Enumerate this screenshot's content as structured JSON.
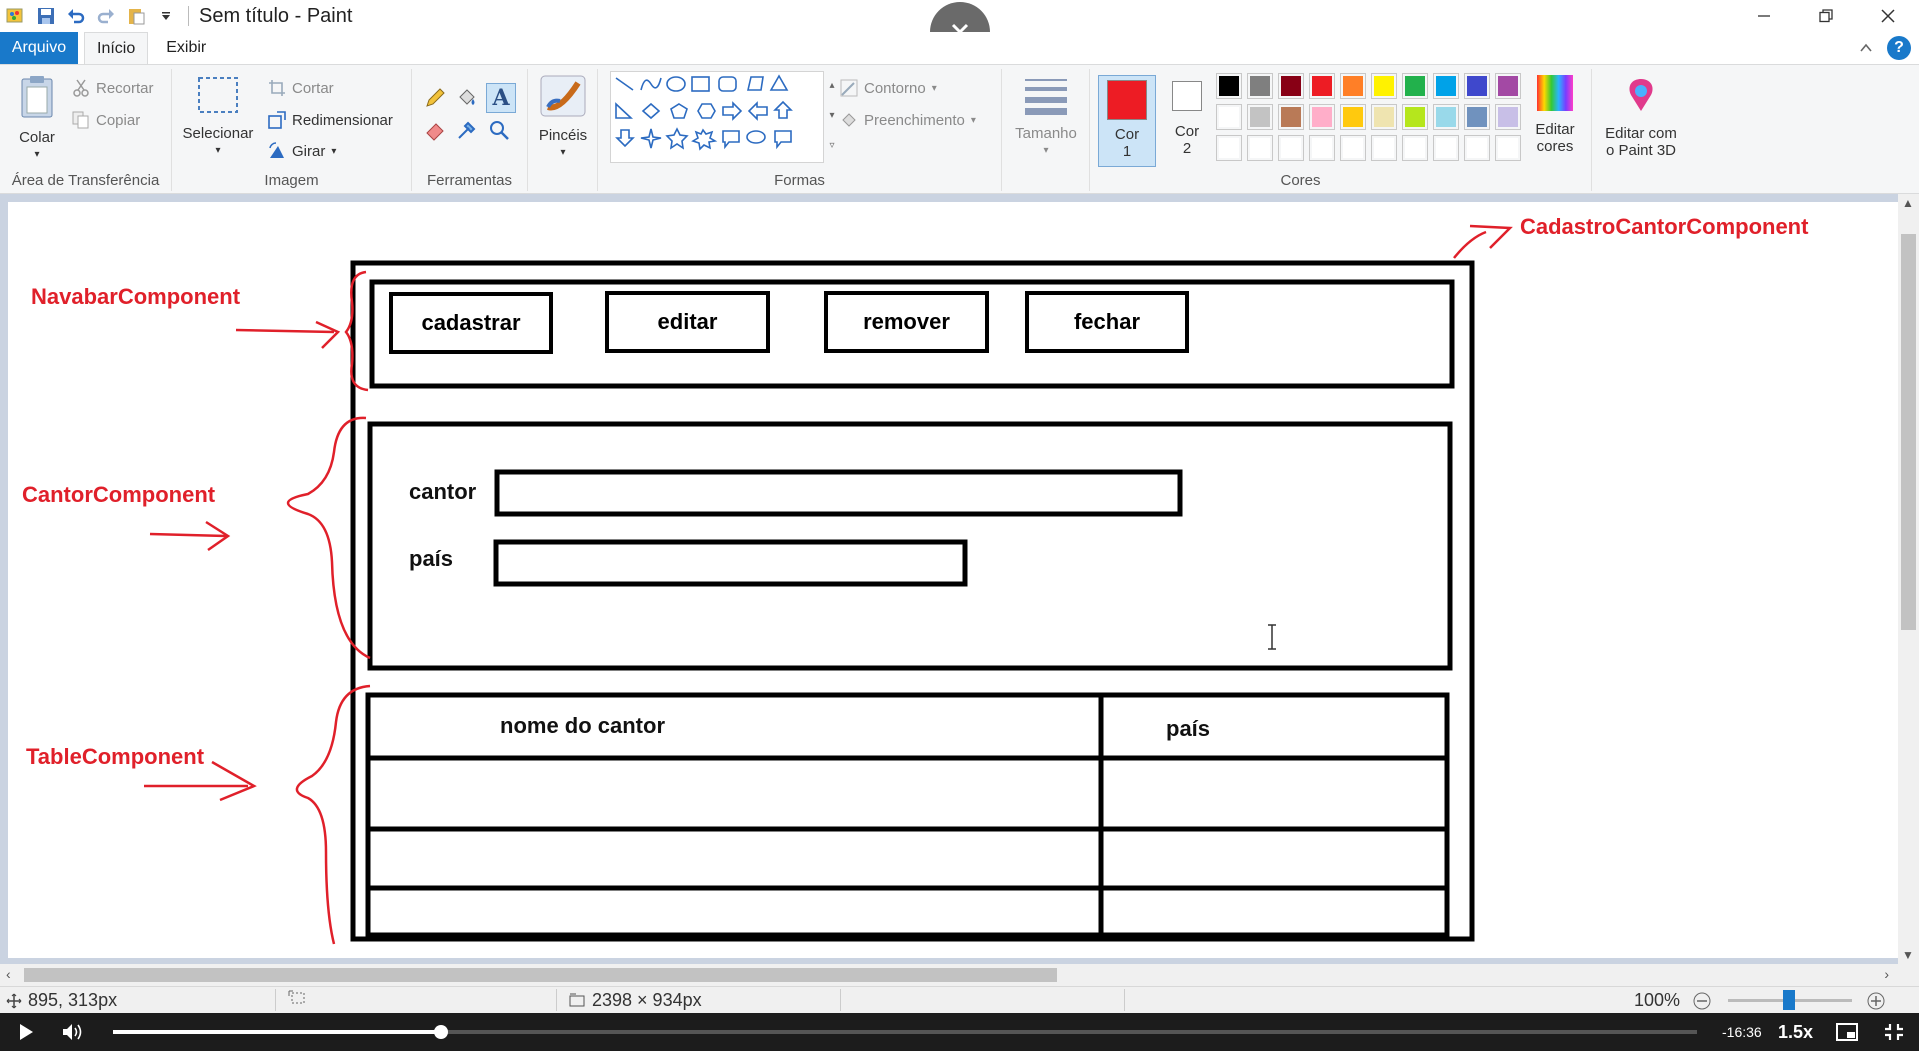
{
  "window": {
    "title": "Sem título - Paint"
  },
  "tabs": {
    "file": "Arquivo",
    "home": "Início",
    "view": "Exibir"
  },
  "ribbon": {
    "clipboard": {
      "paste": "Colar",
      "cut": "Recortar",
      "copy": "Copiar",
      "label": "Área de Transferência"
    },
    "image": {
      "select": "Selecionar",
      "crop": "Cortar",
      "resize": "Redimensionar",
      "rotate": "Girar",
      "label": "Imagem"
    },
    "tools": {
      "label": "Ferramentas"
    },
    "brushes": {
      "label": "Pincéis"
    },
    "shapes": {
      "outline": "Contorno",
      "fill": "Preenchimento",
      "label": "Formas"
    },
    "size": {
      "label": "Tamanho"
    },
    "colors": {
      "color1": "Cor\n1",
      "color1_line1": "Cor",
      "color1_line2": "1",
      "color2_line1": "Cor",
      "color2_line2": "2",
      "edit_line1": "Editar",
      "edit_line2": "cores",
      "paint3d_line1": "Editar com",
      "paint3d_line2": "o Paint 3D",
      "label": "Cores",
      "color1_value": "#ed1c24",
      "color2_value": "#ffffff",
      "palette_row1": [
        "#000000",
        "#7f7f7f",
        "#880015",
        "#ed1c24",
        "#ff7f27",
        "#fff200",
        "#22b14c",
        "#00a2e8",
        "#3f48cc",
        "#a349a4"
      ],
      "palette_row2": [
        "#ffffff",
        "#c3c3c3",
        "#b97a57",
        "#ffaec9",
        "#ffc90e",
        "#efe4b0",
        "#b5e61d",
        "#99d9ea",
        "#7092be",
        "#c8bfe7"
      ],
      "palette_row3": [
        "#ffffff",
        "#ffffff",
        "#ffffff",
        "#ffffff",
        "#ffffff",
        "#ffffff",
        "#ffffff",
        "#ffffff",
        "#ffffff",
        "#ffffff"
      ]
    }
  },
  "drawing": {
    "annotations": {
      "outer": "CadastroCantorComponent",
      "navbar": "NavabarComponent",
      "cantor": "CantorComponent",
      "table": "TableComponent"
    },
    "navbar_buttons": [
      "cadastrar",
      "editar",
      "remover",
      "fechar"
    ],
    "form": {
      "cantor_label": "cantor",
      "pais_label": "país"
    },
    "table": {
      "headers": [
        "nome do cantor",
        "país"
      ]
    },
    "annotation_color": "#e0202a"
  },
  "statusbar": {
    "cursor_pos": "895, 313px",
    "image_size": "2398 × 934px",
    "zoom": "100%"
  },
  "player": {
    "time_remaining": "-16:36",
    "speed": "1.5x",
    "progress": 0.207
  }
}
